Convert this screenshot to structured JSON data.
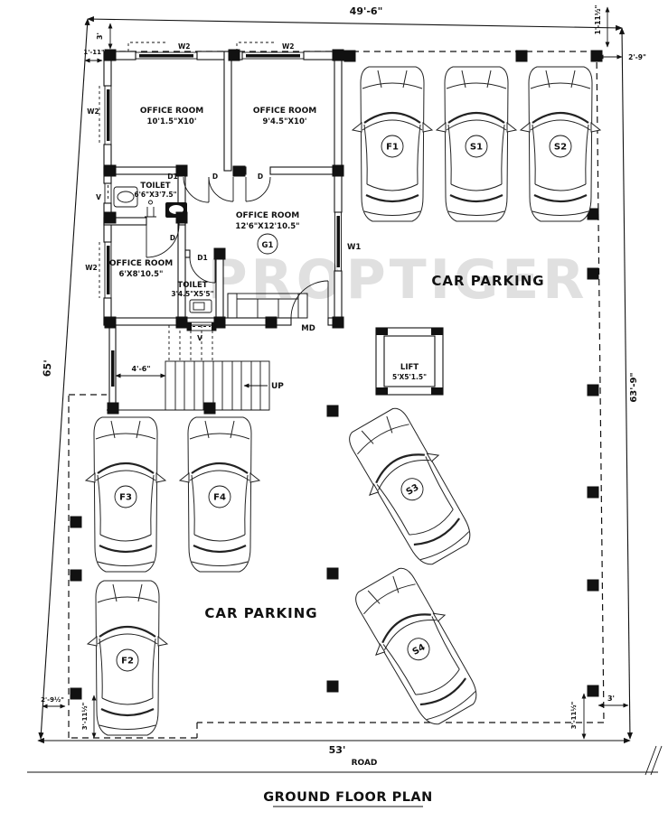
{
  "title": "GROUND FLOOR PLAN",
  "watermark": "PROPTIGER",
  "road_label": "ROAD",
  "areas": {
    "car_parking_top": "CAR PARKING",
    "car_parking_bottom": "CAR PARKING"
  },
  "rooms": {
    "office1": {
      "name": "OFFICE ROOM",
      "size": "10'1.5\"X10'"
    },
    "office2": {
      "name": "OFFICE ROOM",
      "size": "9'4.5\"X10'"
    },
    "office_g1": {
      "name": "OFFICE ROOM",
      "size": "12'6\"X12'10.5\"",
      "tag": "G1"
    },
    "office3": {
      "name": "OFFICE ROOM",
      "size": "6'X8'10.5\""
    },
    "toilet1": {
      "name": "TOILET",
      "size": "6'6\"X3'7.5\""
    },
    "toilet2": {
      "name": "TOILET",
      "size": "3'4.5\"X5'5\""
    },
    "lift": {
      "name": "LIFT",
      "size": "5'X5'1.5\""
    }
  },
  "stairs": {
    "up_label": "UP"
  },
  "cars": [
    {
      "id": "F1"
    },
    {
      "id": "S1"
    },
    {
      "id": "S2"
    },
    {
      "id": "F3"
    },
    {
      "id": "F4"
    },
    {
      "id": "F2"
    },
    {
      "id": "S3"
    },
    {
      "id": "S4"
    }
  ],
  "openings": {
    "d": "D",
    "d1": "D1",
    "md": "MD",
    "w1": "W1",
    "w2": "W2",
    "v": "V"
  },
  "dimensions": {
    "top": "49'-6\"",
    "top_left_offset": "1'-11\"",
    "top_left_setback": "3'",
    "top_right_setback": "1'-11½\"",
    "top_right_offset": "2'-9\"",
    "left": "65'",
    "right": "63'-9\"",
    "stair_width": "4'-6\"",
    "bottom": "53'",
    "bottom_left_offset": "2'-9½\"",
    "bottom_left_setback": "3'-11½\"",
    "bottom_right_offset": "3'",
    "bottom_right_setback": "3'-11½\""
  },
  "colors": {
    "line": "#111111",
    "watermark": "#e0e0e0"
  }
}
